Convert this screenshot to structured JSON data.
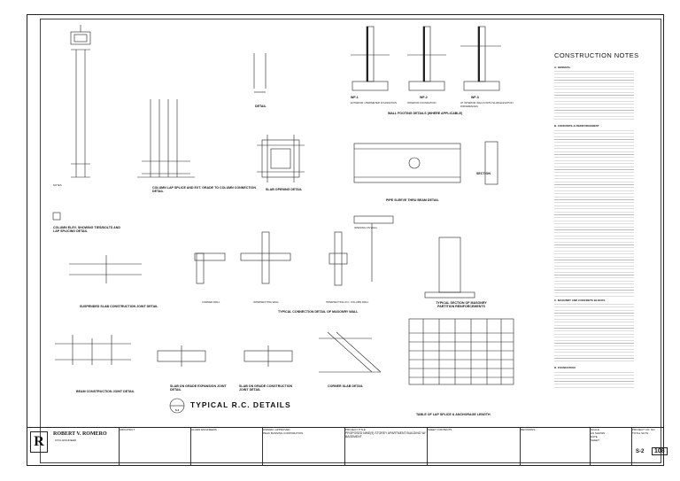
{
  "sheet": {
    "main_title": "TYPICAL R.C. DETAILS",
    "main_title_no": "S-2",
    "notes_title": "CONSTRUCTION NOTES",
    "notes_sections": [
      {
        "title": "A. GENERAL",
        "lines": 12
      },
      {
        "title": "B. CONCRETE & REINFORCEMENT",
        "lines": 30
      },
      {
        "title": "C. MASONRY AND CONCRETE BLOCKS",
        "lines": 14
      },
      {
        "title": "D. FOUNDATION",
        "lines": 5
      }
    ]
  },
  "details": {
    "wall_footing": "WALL FOOTING DETAILS (WHERE APPLICABLE)",
    "wf1": "WF-1",
    "wf2": "WF-2",
    "wf3": "WF-3",
    "wf1_cap": "EXTERIOR / PERIMETER FOUNDATION",
    "wf2_cap": "INTERIOR FOUNDATION",
    "wf3_cap": "AT INTERIOR WALLS WITH SLAB ELEVATION DIFFERENCES",
    "column_splice": "COLUMN LAP SPLICE AND EXT. GRADE TO COLUMN CONNECTION DETAIL",
    "slab_opening": "SLAB OPENING DETAIL",
    "detail_small": "DETAIL",
    "pipe_sleeve": "PIPE SLEEVE THRU BEAM DETAIL",
    "section": "SECTION",
    "column_elev": "COLUMN ELEV. SHOWING TIES/BOLTS AND LAP SPLICING DETAIL",
    "suspended_slab": "SUSPENDED SLAB CONSTRUCTION JOINT DETAIL",
    "masonry_conn": "TYPICAL CONNECTION DETAIL OF MASONRY WALL",
    "corner_wall": "CORNER WALL",
    "intersecting_wall": "INTERSECTING WALL",
    "intersecting_col": "INTERSECTING R.C. COLUMN WALL",
    "opening_wall": "OPENING ON WALL",
    "masonry_section": "TYPICAL SECTION OF MASONRY PARTITION REINFORCEMENTS",
    "beam_joint": "BEAM CONSTRUCTION JOINT DETAIL",
    "sog_exp": "SLAB ON GRADE EXPANSION JOINT DETAIL",
    "sog_const": "SLAB ON GRADE CONSTRUCTION JOINT DETAIL",
    "corner_slab": "CORNER SLAB DETAIL",
    "lap_table": "TABLE OF LAP SPLICE & ANCHORAGE LENGTH",
    "notes_label": "NOTES"
  },
  "title_block": {
    "engineer_name": "ROBERT V. ROMERO",
    "engineer_sub": "CIVIL ENGINEER",
    "architect_label": "ARCHITECT",
    "allied_label": "ALLIED ENGINEERS",
    "owner_label": "OWNER / APPROVED",
    "owner_value": "PEAK BANSING CORPORATION",
    "project_label": "PROJECT TITLE",
    "project_value": "PROPOSED NINE(9) STOREY APARTMENT BUILDING W/ BASEMENT",
    "contents_label": "SHEET CONTENTS",
    "revisions_label": "REVISIONS",
    "scale_label": "SCALE",
    "scale_value": "AS SHOWN",
    "date_label": "DATE",
    "sheet_label": "SHEET",
    "sheet_no": "S-2",
    "page_no": "108",
    "project_no_label": "PROJECT CO. NO.",
    "total_label": "TOTAL SHTS"
  }
}
